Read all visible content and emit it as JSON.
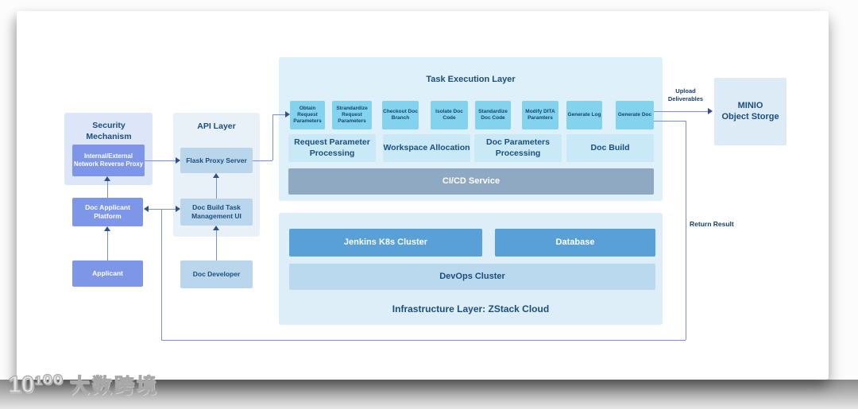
{
  "watermark": {
    "logo": "10¹⁰⁰",
    "text": "大数跨境"
  },
  "security": {
    "title": "Security Mechanism",
    "proxy": "Internal/External Network Reverse Proxy",
    "platform": "Doc Applicant Platform",
    "applicant": "Applicant"
  },
  "api": {
    "title": "API Layer",
    "flask": "Flask Proxy Server",
    "build_ui": "Doc Build Task Management UI",
    "developer": "Doc Developer"
  },
  "task_layer": {
    "title": "Task Execution Layer",
    "tasks": [
      "Obtain Request Parameters",
      "Strandardize Request Parameters",
      "Checkout Doc Branch",
      "Isolate Doc Code",
      "Standardize Doc Code",
      "Modify DITA Paramters",
      "Generate Log",
      "Generate Doc"
    ],
    "groups": [
      "Request Parameter Processing",
      "Workspace Allocation",
      "Doc Parameters Processing",
      "Doc Build"
    ],
    "cicd": "CI/CD Service"
  },
  "infrastructure": {
    "title": "Infrastructure Layer: ZStack Cloud",
    "jenkins": "Jenkins K8s Cluster",
    "database": "Database",
    "devops": "DevOps Cluster"
  },
  "external": {
    "minio": "MINIO\nObject Storge"
  },
  "edges": {
    "upload": "Upload\nDeliverables",
    "return": "Return Result"
  },
  "colors": {
    "accent_periwinkle": "#7d96e8",
    "accent_cyan": "#83d2ee",
    "accent_blue": "#58a0d7",
    "cicd_gray_blue": "#8fa9c2",
    "navy_text": "#1c4e7d"
  }
}
